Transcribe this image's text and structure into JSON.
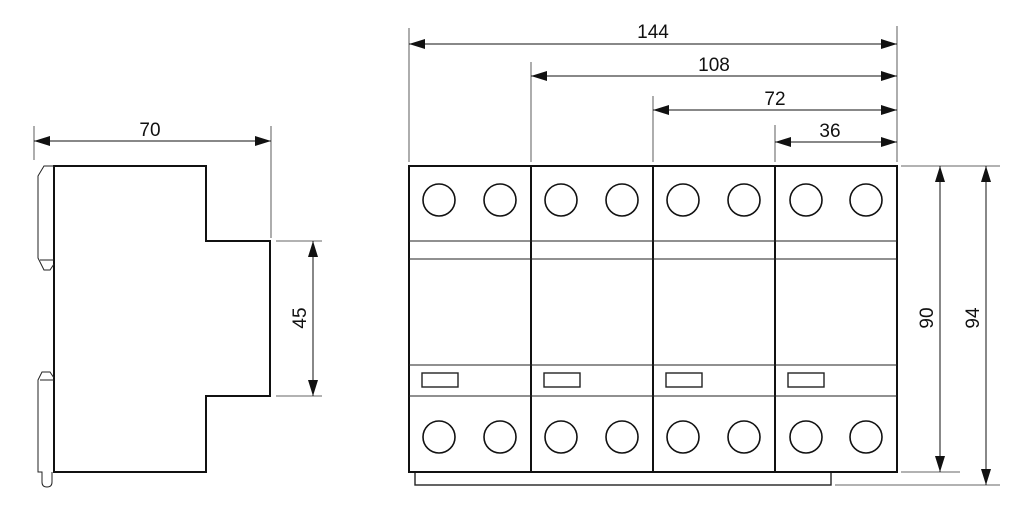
{
  "side_view": {
    "width_label": "70",
    "height_label": "45"
  },
  "front_view": {
    "dim_labels": [
      "144",
      "108",
      "72",
      "36"
    ],
    "height_labels": [
      "90",
      "94"
    ],
    "pole_count": 4
  }
}
